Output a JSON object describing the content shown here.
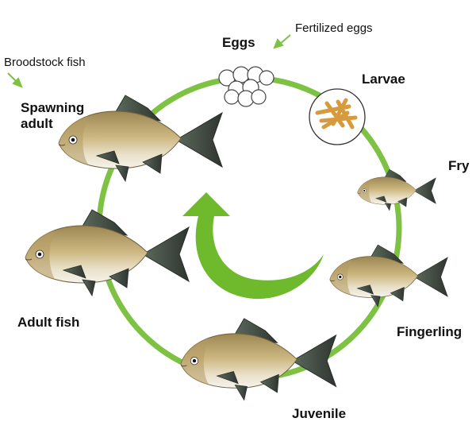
{
  "labels": {
    "eggs": "Eggs",
    "fertilized_eggs": "Fertilized eggs",
    "larvae": "Larvae",
    "fry": "Fry",
    "fingerling": "Fingerling",
    "juvenile": "Juvenile",
    "adult_fish": "Adult fish",
    "spawning_adult_line1": "Spawning",
    "spawning_adult_line2": "adult",
    "broodstock_fish": "Broodstock fish"
  },
  "colors": {
    "cycle_green": "#7dc242",
    "arrow_green": "#6fba2c",
    "fish_body": "#c9b27c",
    "fish_belly": "#f3efe6",
    "fin_dark": "#4a4f4a",
    "larvae": "#d79a3c"
  }
}
